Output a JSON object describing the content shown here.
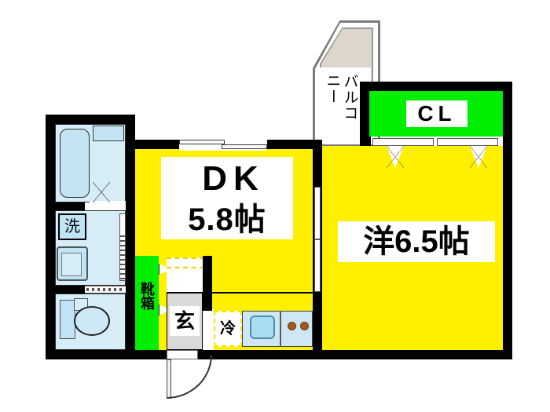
{
  "plan": {
    "type": "japanese-floor-plan",
    "title": "",
    "colors": {
      "wall": "#000000",
      "living_fill": "#fff000",
      "closet_fill": "#00ee00",
      "water_fill": "#d6ecf7",
      "entrance_fill": "#d9d9d9",
      "balcony_fill": "#ddd6cb",
      "appliance_outline": "#f2e600",
      "burner": "#a35a1e"
    },
    "rooms": [
      {
        "key": "dk",
        "label": "DK",
        "size": "5.8帖",
        "fill": "#fff000"
      },
      {
        "key": "western",
        "label": "洋",
        "size": "6.5帖",
        "fill": "#fff000"
      },
      {
        "key": "closet",
        "label": "CL",
        "size": "",
        "fill": "#00ee00"
      },
      {
        "key": "balcony",
        "label": "バルコニー",
        "size": "",
        "fill": "#ddd6cb"
      },
      {
        "key": "entrance",
        "label": "玄",
        "size": "",
        "fill": "#d9d9d9"
      },
      {
        "key": "shoebox",
        "label": "靴箱",
        "size": "",
        "fill": "#00ee00"
      },
      {
        "key": "washer",
        "label": "洗",
        "size": "",
        "fill": "#c3e4f3"
      },
      {
        "key": "fridge",
        "label": "冷",
        "size": "",
        "fill": "#ffffff"
      }
    ],
    "labels": {
      "dk_name": "DK",
      "dk_area": "5.8帖",
      "western": "洋6.5帖",
      "closet": "CL",
      "balcony_col_right": "バルコ",
      "balcony_col_left": "ニー",
      "entrance": "玄",
      "shoebox": "靴箱",
      "washer": "洗",
      "fridge": "冷"
    },
    "fixtures": [
      {
        "name": "bathtub",
        "label": ""
      },
      {
        "name": "washbasin",
        "label": ""
      },
      {
        "name": "toilet-bowl",
        "label": ""
      },
      {
        "name": "toilet-tank",
        "label": ""
      },
      {
        "name": "kitchen-sink",
        "label": ""
      },
      {
        "name": "stove-burners",
        "label": ""
      }
    ],
    "openings": [
      {
        "name": "entrance-door",
        "kind": "hinged-swing"
      },
      {
        "name": "dk-window",
        "kind": "sliding-window"
      },
      {
        "name": "dk-room-sliding-door",
        "kind": "sliding-door"
      },
      {
        "name": "closet-doors",
        "kind": "folding-doors"
      },
      {
        "name": "bath-door",
        "kind": "folding"
      },
      {
        "name": "washroom-door",
        "kind": "sliding"
      },
      {
        "name": "toilet-door",
        "kind": "sliding"
      },
      {
        "name": "shoebox-doors",
        "kind": "hinged"
      }
    ]
  }
}
